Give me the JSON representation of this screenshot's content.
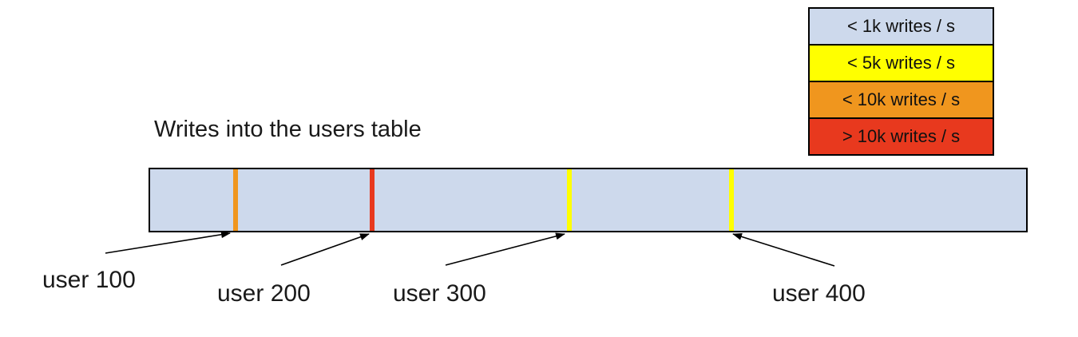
{
  "title": "Writes into the users table",
  "colors": {
    "bar_fill": "#cdd9ec",
    "lt1k_blue": "#cdd9ec",
    "lt5k_yellow": "#ffff00",
    "lt10k_orange": "#f0961e",
    "gt10k_red": "#e8391e",
    "ink": "#000000"
  },
  "legend": {
    "items": [
      {
        "label": "< 1k writes / s",
        "color": "#cdd9ec"
      },
      {
        "label": "< 5k writes / s",
        "color": "#ffff00"
      },
      {
        "label": "< 10k writes / s",
        "color": "#f0961e"
      },
      {
        "label": "> 10k writes / s",
        "color": "#e8391e"
      }
    ]
  },
  "bar": {
    "description": "users table keyspace bar",
    "stripes": [
      {
        "user": "user 100",
        "color": "#f0961e",
        "position_fraction": 0.1
      },
      {
        "user": "user 200",
        "color": "#e8391e",
        "position_fraction": 0.25
      },
      {
        "user": "user 300",
        "color": "#ffff00",
        "position_fraction": 0.48
      },
      {
        "user": "user 400",
        "color": "#ffff00",
        "position_fraction": 0.66
      }
    ]
  },
  "labels": [
    "user 100",
    "user 200",
    "user 300",
    "user 400"
  ]
}
